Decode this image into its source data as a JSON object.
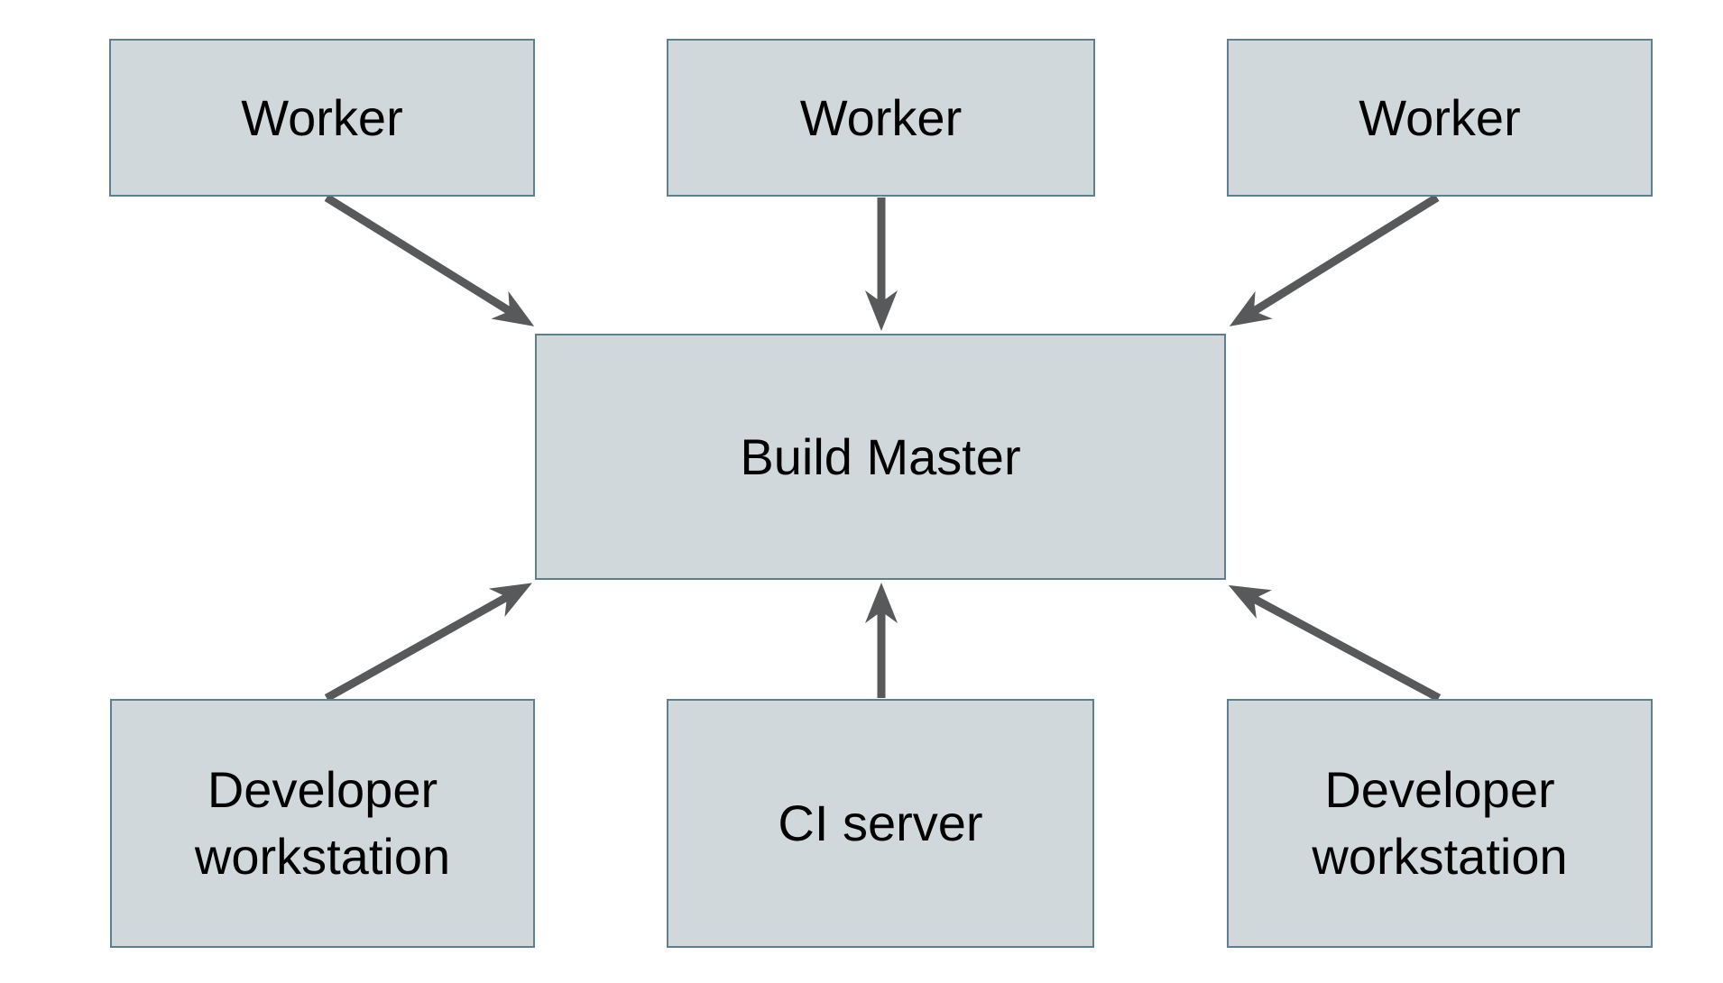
{
  "diagram": {
    "nodes": {
      "worker_1": {
        "label": "Worker"
      },
      "worker_2": {
        "label": "Worker"
      },
      "worker_3": {
        "label": "Worker"
      },
      "build_master": {
        "label": "Build Master"
      },
      "dev_workstation_1": {
        "label": "Developer workstation"
      },
      "ci_server": {
        "label": "CI server"
      },
      "dev_workstation_2": {
        "label": "Developer workstation"
      }
    },
    "edges": [
      {
        "from": "worker_1",
        "to": "build_master"
      },
      {
        "from": "worker_2",
        "to": "build_master"
      },
      {
        "from": "worker_3",
        "to": "build_master"
      },
      {
        "from": "dev_workstation_1",
        "to": "build_master"
      },
      {
        "from": "ci_server",
        "to": "build_master"
      },
      {
        "from": "dev_workstation_2",
        "to": "build_master"
      }
    ],
    "colors": {
      "background": "#ffffff",
      "node_fill": "#d0d8db",
      "node_border": "#5f7e8e",
      "arrow": "#58595b",
      "text": "#000000"
    }
  }
}
